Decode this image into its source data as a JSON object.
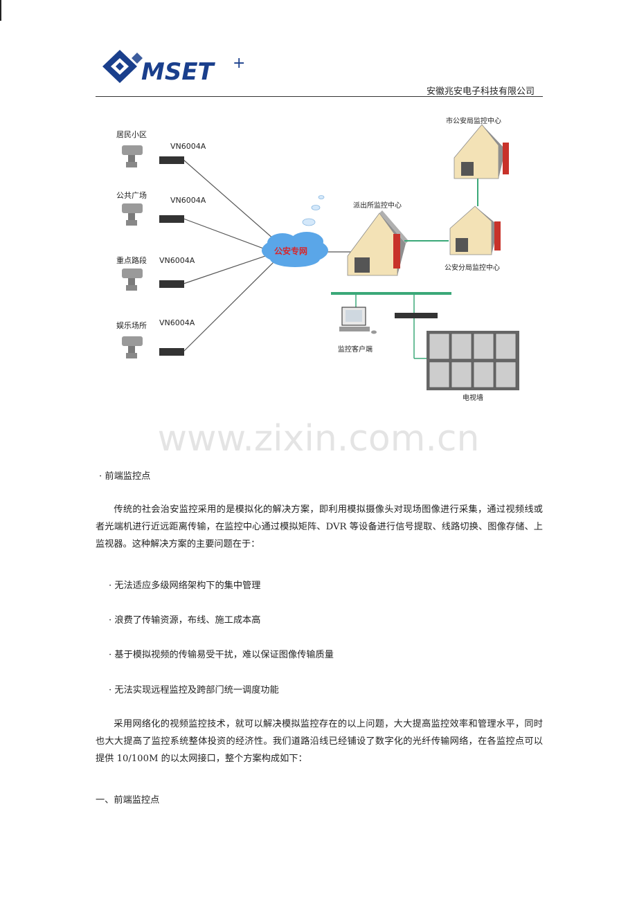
{
  "header": {
    "logo_text": "MSET",
    "logo_plus": "+",
    "company": "安徽兆安电子科技有限公司"
  },
  "diagram": {
    "sites": [
      {
        "name": "居民小区",
        "device": "VN6004A"
      },
      {
        "name": "公共广场",
        "device": "VN6004A"
      },
      {
        "name": "重点路段",
        "device": "VN6004A"
      },
      {
        "name": "娱乐场所",
        "device": "VN6004A"
      }
    ],
    "network": "公安专网",
    "police_station_center": "派出所监控中心",
    "city_bureau_center": "市公安局监控中心",
    "branch_bureau_center": "公安分局监控中心",
    "client": "监控客户端",
    "tv_wall": "电视墙"
  },
  "watermark": "www.zixin.com.cn",
  "content": {
    "section_bullet": "· 前端监控点",
    "para1": "传统的社会治安监控采用的是模拟化的解决方案，即利用模拟摄像头对现场图像进行采集，通过视频线或者光端机进行近远距离传输，在监控中心通过模拟矩阵、DVR 等设备进行信号提取、线路切换、图像存储、上监视器。这种解决方案的主要问题在于：",
    "problems": [
      "· 无法适应多级网络架构下的集中管理",
      "· 浪费了传输资源，布线、施工成本高",
      "· 基于模拟视频的传输易受干扰，难以保证图像传输质量",
      "· 无法实现远程监控及跨部门统一调度功能"
    ],
    "para2": "采用网络化的视频监控技术，就可以解决模拟监控存在的以上问题，大大提高监控效率和管理水平，同时也大大提高了监控系统整体投资的经济性。我们道路沿线已经铺设了数字化的光纤传输网络，在各监控点可以提供 10/100M 的以太网接口，整个方案构成如下：",
    "heading1": "一、前端监控点"
  },
  "colors": {
    "logo_blue": "#1a3f8c",
    "network_cloud": "#5aa6e8",
    "network_label": "#d7262b",
    "bus_green": "#3aa878",
    "wall_red": "#c8322a"
  }
}
